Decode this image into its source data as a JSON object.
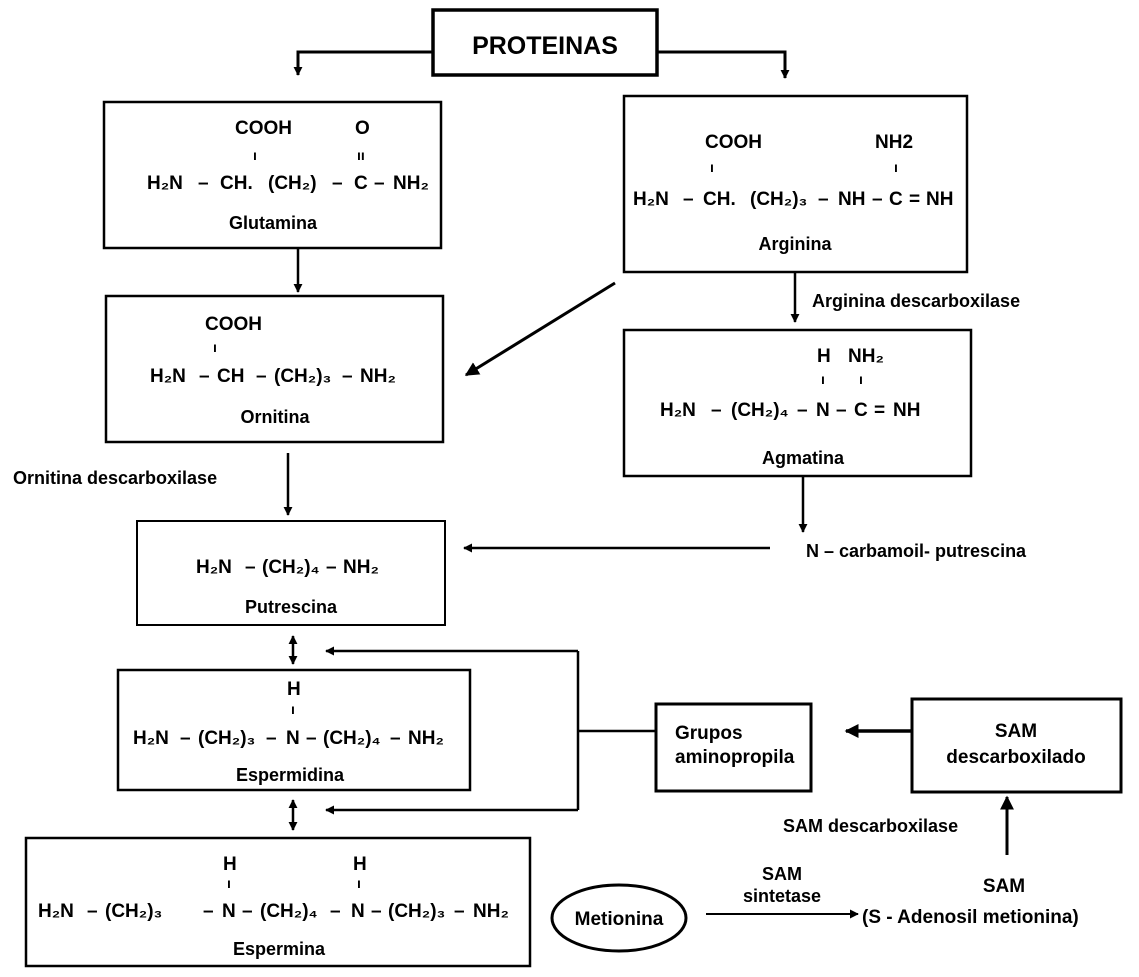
{
  "title": "PROTEINAS",
  "glutamina": {
    "cooh": "COOH",
    "o": "O",
    "bond_v": "ı",
    "bond_dbl": "ıı",
    "h2n": "H₂N",
    "dash": "–",
    "ch": "CH.",
    "ch2": "(CH₂)",
    "c": "C",
    "nh2": "NH₂",
    "name": "Glutamina"
  },
  "arginina": {
    "cooh": "COOH",
    "nh2_top": "NH2",
    "bond_v": "ı",
    "h2n": "H₂N",
    "dash": "–",
    "ch": "CH.",
    "ch2_3": "(CH₂)₃",
    "nh": "NH",
    "c": "C",
    "eq": "=",
    "nh_end": "NH",
    "name": "Arginina"
  },
  "ornitina": {
    "cooh": "COOH",
    "bond_v": "ı",
    "h2n": "H₂N",
    "dash": "–",
    "ch": "CH",
    "ch2_3": "(CH₂)₃",
    "nh2": "NH₂",
    "name": "Ornitina"
  },
  "agmatina": {
    "h": "H",
    "nh2_top": "NH₂",
    "bond_v": "ı",
    "h2n": "H₂N",
    "dash": "–",
    "ch2_4": "(CH₂)₄",
    "n": "N",
    "c": "C",
    "eq": "=",
    "nh": "NH",
    "name": "Agmatina"
  },
  "putrescina": {
    "h2n": "H₂N",
    "dash": "–",
    "ch2_4": "(CH₂)₄",
    "nh2": "NH₂",
    "name": "Putrescina"
  },
  "espermidina": {
    "h": "H",
    "bond_v": "ı",
    "h2n": "H₂N",
    "dash": "–",
    "ch2_3": "(CH₂)₃",
    "n": "N",
    "ch2_4": "(CH₂)₄",
    "nh2": "NH₂",
    "name": "Espermidina"
  },
  "espermina": {
    "h": "H",
    "bond_v": "ı",
    "h2n": "H₂N",
    "dash": "–",
    "ch2_3": "(CH₂)₃",
    "n": "N",
    "ch2_4": "(CH₂)₄",
    "nh2": "NH₂",
    "name": "Espermina"
  },
  "labels": {
    "arginina_descarboxilase": "Arginina descarboxilase",
    "ornitina_descarboxilase": "Ornitina descarboxilase",
    "n_carbamoil_putrescina": "N – carbamoil- putrescina",
    "grupos": "Grupos",
    "aminopropila": "aminopropila",
    "sam": "SAM",
    "descarboxilado": "descarboxilado",
    "sam_descarboxilase": "SAM descarboxilase",
    "sam_sintetase_1": "SAM",
    "sam_sintetase_2": "sintetase",
    "sam_bottom": "SAM",
    "adenosil": "(S - Adenosil metionina)",
    "metionina": "Metionina"
  }
}
